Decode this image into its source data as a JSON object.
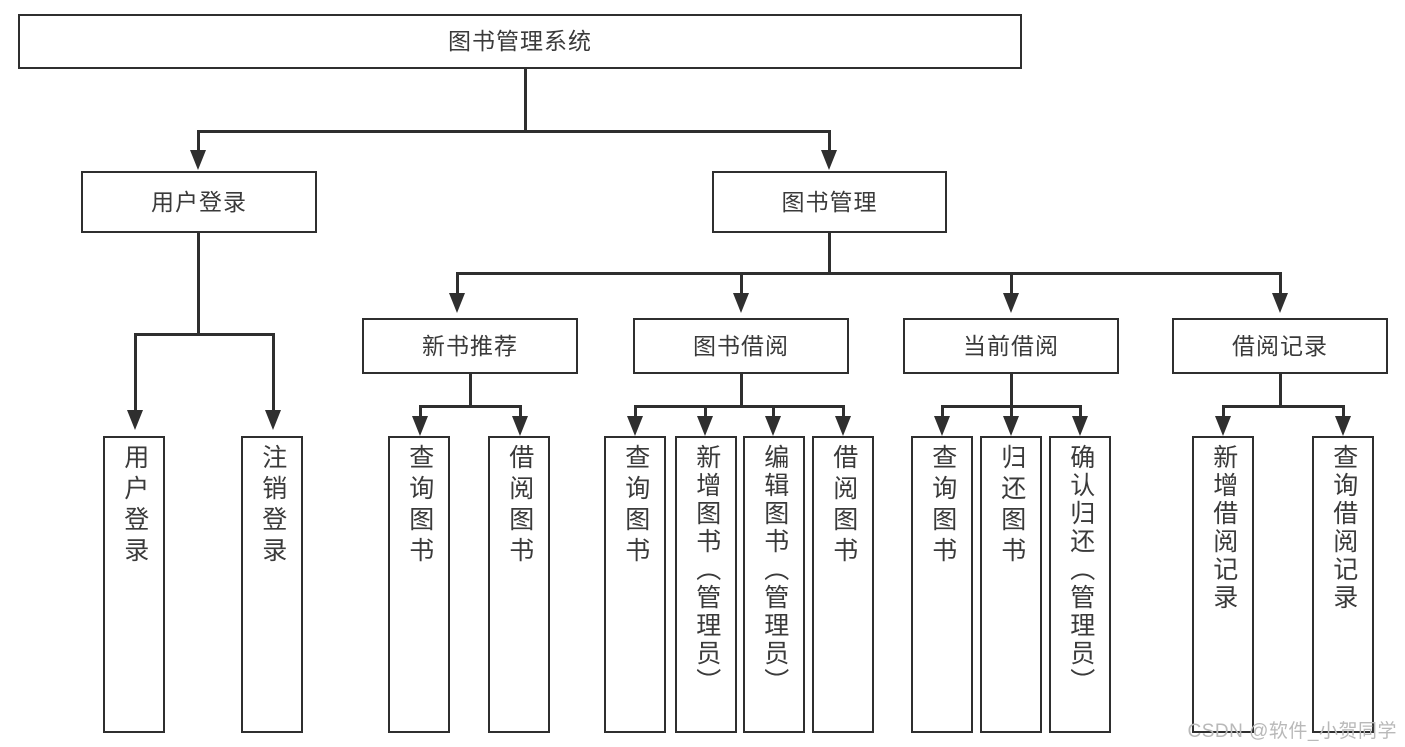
{
  "diagram": {
    "type": "tree-hierarchy-chart",
    "root": {
      "label": "图书管理系统"
    },
    "level2": [
      {
        "label": "用户登录"
      },
      {
        "label": "图书管理"
      }
    ],
    "level3": [
      {
        "label": "新书推荐"
      },
      {
        "label": "图书借阅"
      },
      {
        "label": "当前借阅"
      },
      {
        "label": "借阅记录"
      }
    ],
    "leaves": {
      "user_login": [
        {
          "label": "用户登录"
        },
        {
          "label": "注销登录"
        }
      ],
      "new_book_recommend": [
        {
          "label": "查询图书"
        },
        {
          "label": "借阅图书"
        }
      ],
      "book_borrow": [
        {
          "label": "查询图书"
        },
        {
          "label": "新增图书（管理员）"
        },
        {
          "label": "编辑图书（管理员）"
        },
        {
          "label": "借阅图书"
        }
      ],
      "current_borrow": [
        {
          "label": "查询图书"
        },
        {
          "label": "归还图书"
        },
        {
          "label": "确认归还（管理员）"
        }
      ],
      "borrow_record": [
        {
          "label": "新增借阅记录"
        },
        {
          "label": "查询借阅记录"
        }
      ]
    }
  },
  "watermark": {
    "text": "CSDN @软件_小贺同学"
  },
  "colors": {
    "line": "#2f2f2f",
    "text": "#3a3a3a",
    "background": "#ffffff",
    "watermark": "#b9b9b9"
  }
}
